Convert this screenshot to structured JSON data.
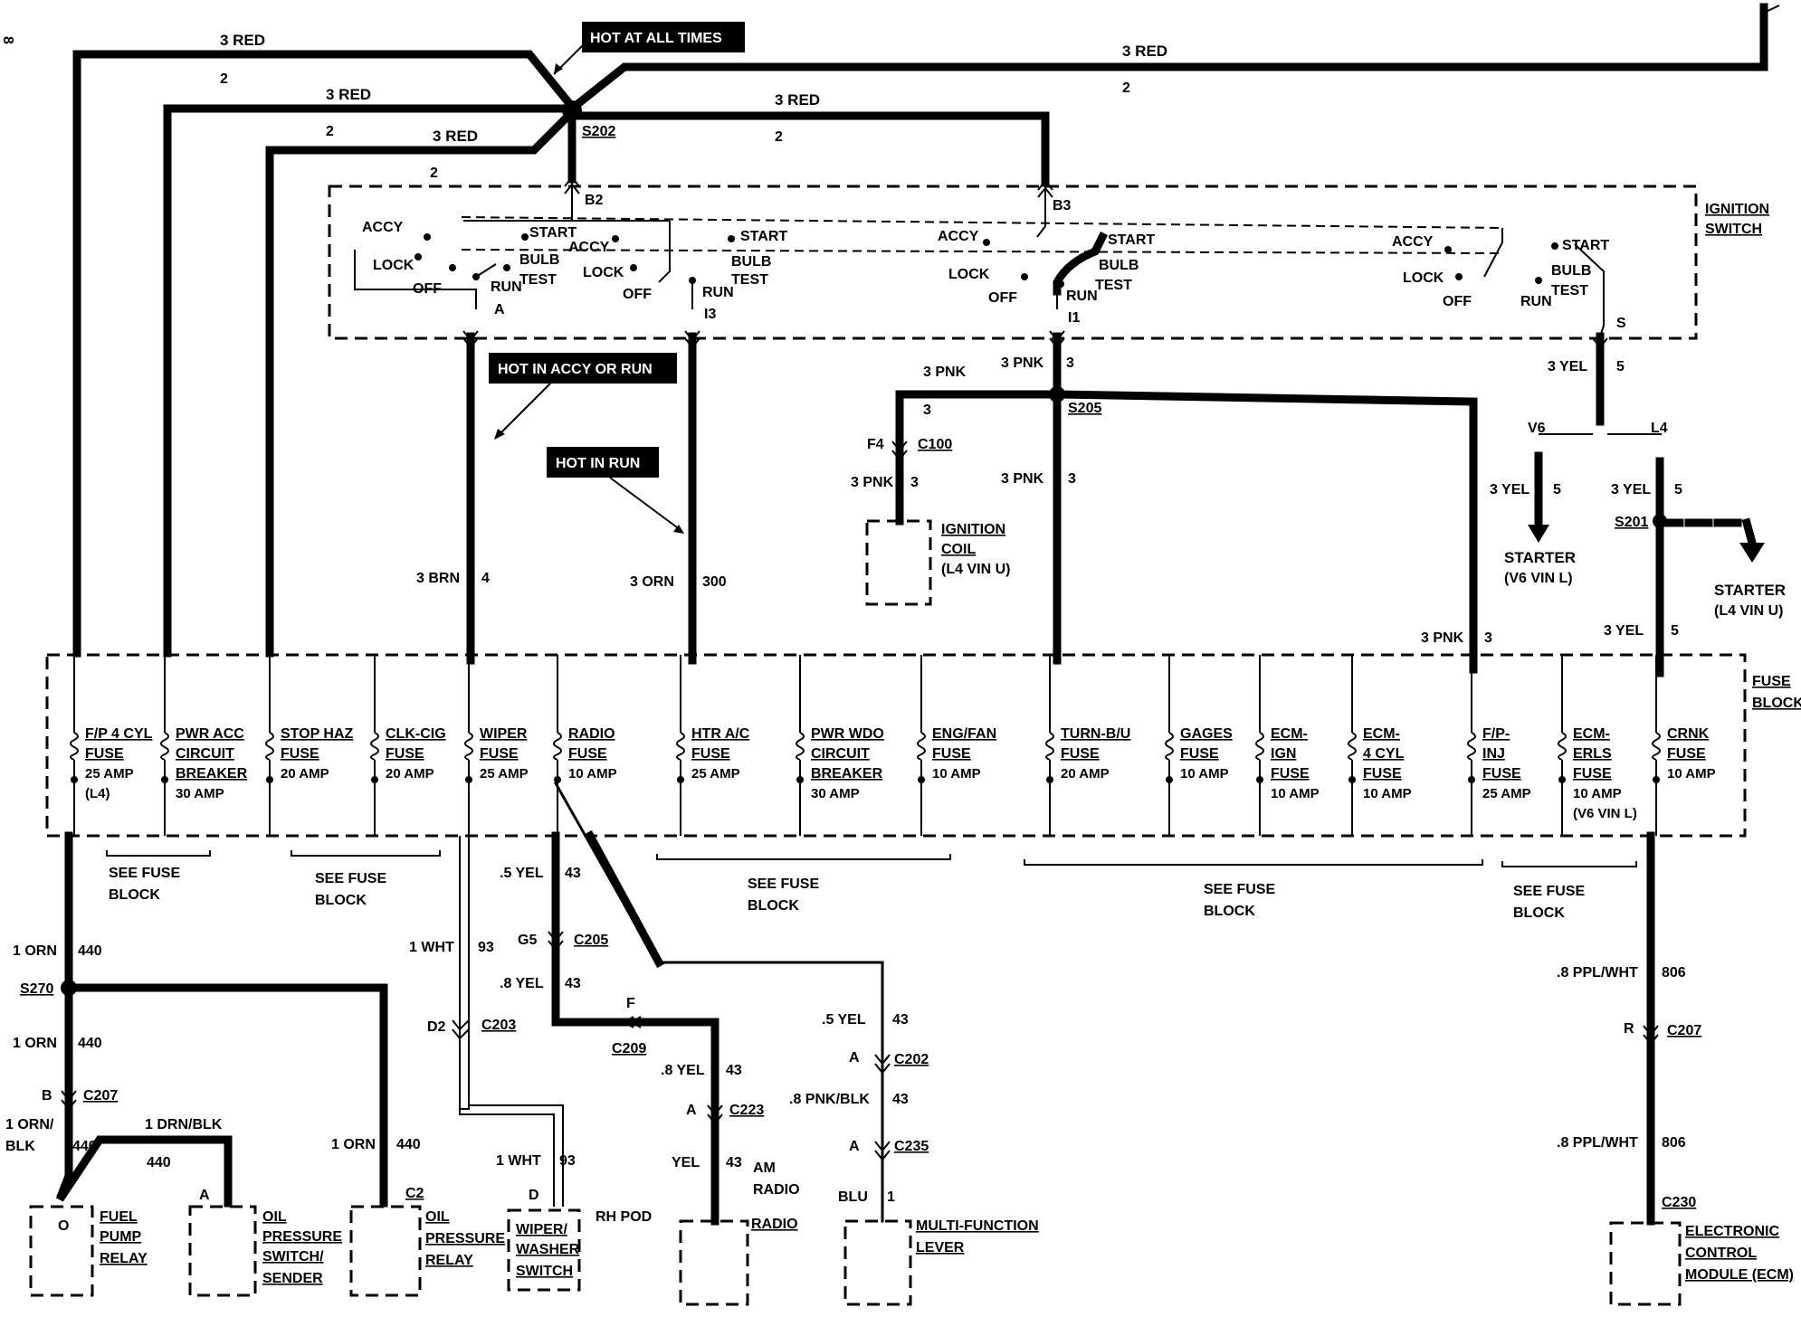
{
  "banners": {
    "hot_at_all_times": "HOT AT ALL TIMES",
    "hot_in_accy_or_run": "HOT IN ACCY OR RUN",
    "hot_in_run": "HOT IN RUN"
  },
  "ignition_switch": {
    "title_line1": "IGNITION",
    "title_line2": "SWITCH",
    "accy": "ACCY",
    "lock": "LOCK",
    "off": "OFF",
    "run": "RUN",
    "start": "START",
    "bulb": "BULB",
    "test": "TEST",
    "term_a": "A",
    "term_i3": "I3",
    "term_i1": "I1",
    "term_s": "S",
    "term_b2": "B2",
    "term_b3": "B3"
  },
  "splices": {
    "s202": "S202",
    "s205": "S205",
    "s201": "S201",
    "s270": "S270"
  },
  "wires": {
    "red": "3 RED",
    "red_circ": "2",
    "brn": "3 BRN",
    "brn_circ": "4",
    "orn3": "3 ORN",
    "orn3_circ": "300",
    "pnk": "3 PNK",
    "pnk_circ": "3",
    "yel3": "3 YEL",
    "yel3_circ": "5",
    "orn1": "1 ORN",
    "orn1_circ": "440",
    "wht1": "1 WHT",
    "wht1_circ": "93",
    "yel5": ".5 YEL",
    "yel8": ".8 YEL",
    "yel_circ": "43",
    "yel": "YEL",
    "pnkblk": ".8 PNK/BLK",
    "blu": "BLU",
    "blu_circ": "1",
    "ppl": ".8 PPL/WHT",
    "ppl_circ": "806",
    "orn_blk_a": "1 ORN/",
    "orn_blk_b": "BLK",
    "drn_blk": "1 DRN/BLK"
  },
  "connectors": {
    "c100": "C100",
    "f4": "F4",
    "c205": "C205",
    "g5": "G5",
    "c209": "C209",
    "f": "F",
    "c223": "C223",
    "c202": "C202",
    "c235": "C235",
    "c203": "C203",
    "d2": "D2",
    "c207": "C207",
    "b": "B",
    "r": "R",
    "c230": "C230",
    "c2": "C2",
    "a": "A",
    "d": "D",
    "o": "O"
  },
  "starters": {
    "v6": "V6",
    "l4": "L4",
    "starter": "STARTER",
    "v6_vin": "(V6 VIN L)",
    "l4_vin": "(L4 VIN U)"
  },
  "fuse_block": {
    "title_line1": "FUSE",
    "title_line2": "BLOCK",
    "see_line1": "SEE FUSE",
    "see_line2": "BLOCK",
    "fuses": [
      {
        "l1": "F/P 4 CYL",
        "l2": "FUSE",
        "l3": "25 AMP",
        "l4": "(L4)"
      },
      {
        "l1": "PWR ACC",
        "l2": "CIRCUIT",
        "l3": "BREAKER",
        "l4": "30 AMP"
      },
      {
        "l1": "STOP HAZ",
        "l2": "FUSE",
        "l3": "20 AMP"
      },
      {
        "l1": "CLK-CIG",
        "l2": "FUSE",
        "l3": "20 AMP"
      },
      {
        "l1": "WIPER",
        "l2": "FUSE",
        "l3": "25 AMP"
      },
      {
        "l1": "RADIO",
        "l2": "FUSE",
        "l3": "10 AMP"
      },
      {
        "l1": "HTR A/C",
        "l2": "FUSE",
        "l3": "25 AMP"
      },
      {
        "l1": "PWR WDO",
        "l2": "CIRCUIT",
        "l3": "BREAKER",
        "l4": "30 AMP"
      },
      {
        "l1": "ENG/FAN",
        "l2": "FUSE",
        "l3": "10 AMP"
      },
      {
        "l1": "TURN-B/U",
        "l2": "FUSE",
        "l3": "20 AMP"
      },
      {
        "l1": "GAGES",
        "l2": "FUSE",
        "l3": "10 AMP"
      },
      {
        "l1": "ECM-",
        "l2": "IGN",
        "l3": "FUSE",
        "l4": "10 AMP"
      },
      {
        "l1": "ECM-",
        "l2": "4 CYL",
        "l3": "FUSE",
        "l4": "10 AMP"
      },
      {
        "l1": "F/P-",
        "l2": "INJ",
        "l3": "FUSE",
        "l4": "25 AMP"
      },
      {
        "l1": "ECM-",
        "l2": "ERLS",
        "l3": "FUSE",
        "l4": "10 AMP",
        "l5": "(V6 VIN L)"
      },
      {
        "l1": "CRNK",
        "l2": "FUSE",
        "l3": "10 AMP"
      }
    ]
  },
  "components": {
    "ignition_coil": {
      "l1": "IGNITION",
      "l2": "COIL",
      "l3": "(L4 VIN U)"
    },
    "fuel_pump_relay": {
      "l1": "FUEL",
      "l2": "PUMP",
      "l3": "RELAY"
    },
    "oil_pressure_switch": {
      "l1": "OIL",
      "l2": "PRESSURE",
      "l3": "SWITCH/",
      "l4": "SENDER"
    },
    "oil_pressure_relay": {
      "l1": "OIL",
      "l2": "PRESSURE",
      "l3": "RELAY"
    },
    "wiper_washer_switch": {
      "l1": "WIPER/",
      "l2": "WASHER",
      "l3": "SWITCH",
      "pod": "RH POD"
    },
    "radio": {
      "am1": "AM",
      "am2": "RADIO",
      "name": "RADIO"
    },
    "multifunction_lever": {
      "l1": "MULTI-FUNCTION",
      "l2": "LEVER"
    },
    "ecm": {
      "l1": "ELECTRONIC",
      "l2": "CONTROL",
      "l3": "MODULE (ECM)"
    }
  },
  "page_marker": "8"
}
